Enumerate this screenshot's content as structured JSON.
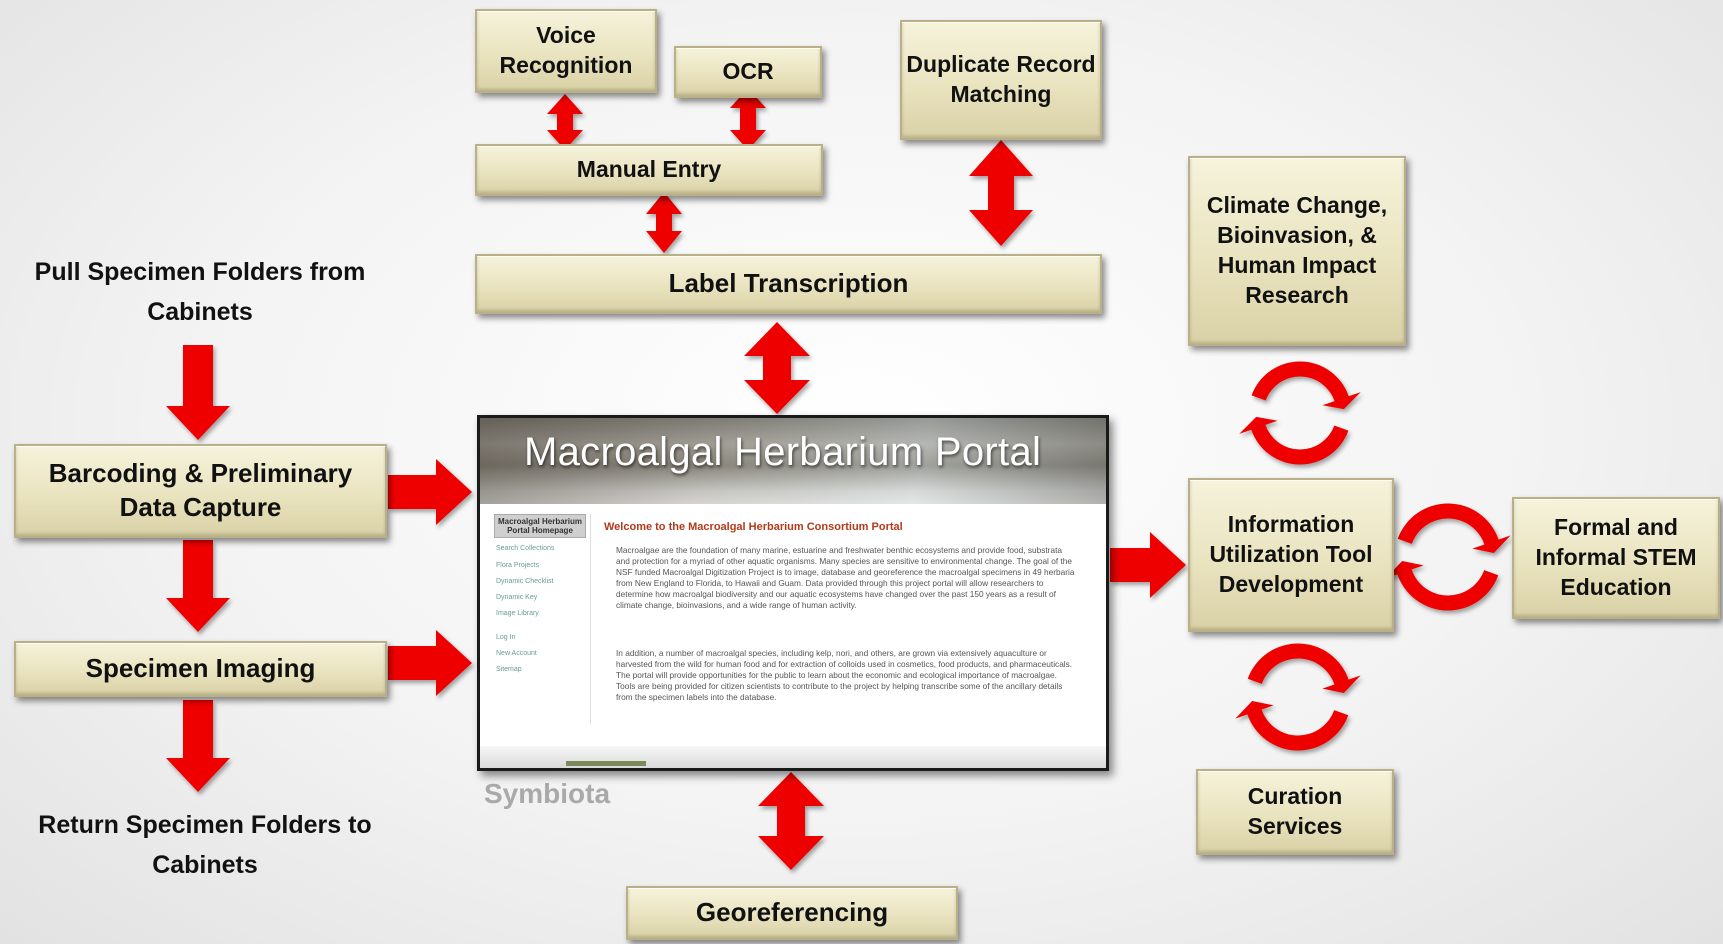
{
  "boxes": {
    "voice": "Voice Recognition",
    "ocr": "OCR",
    "duplicate": "Duplicate Record Matching",
    "manual": "Manual Entry",
    "label": "Label Transcription",
    "climate": "Climate Change, Bioinvasion, & Human Impact Research",
    "barcoding": "Barcoding & Preliminary Data Capture",
    "imaging": "Specimen Imaging",
    "info": "Information Utilization Tool Development",
    "stem": "Formal and Informal STEM Education",
    "curation": "Curation Services",
    "georef": "Georeferencing"
  },
  "labels": {
    "pull": "Pull Specimen Folders from Cabinets",
    "return": "Return Specimen Folders to Cabinets",
    "symbiota": "Symbiota"
  },
  "portal": {
    "title": "Macroalgal Herbarium Portal",
    "nav_header": "Macroalgal Herbarium Portal Homepage",
    "nav_links": [
      "Search Collections",
      "Flora Projects",
      "Dynamic Checklist",
      "Dynamic Key",
      "Image Library"
    ],
    "nav_links2": [
      "Log In",
      "New Account",
      "Sitemap"
    ],
    "welcome": "Welcome to the Macroalgal Herbarium Consortium Portal",
    "para1": "Macroalgae are the foundation of many marine, estuarine and freshwater benthic ecosystems and provide food, substrata and protection for a myriad of other aquatic organisms. Many species are sensitive to environmental change. The goal of the NSF funded Macroalgal Digitization Project is to image, database and georeference the macroalgal specimens in 49 herbaria from New England to Florida, to Hawaii and Guam. Data provided through this project portal will allow researchers to determine how macroalgal biodiversity and our aquatic ecosystems have changed over the past 150 years as a result of climate change, bioinvasions, and a wide range of human activity.",
    "para2": "In addition, a number of macroalgal species, including kelp, nori, and others, are grown via extensively aquaculture or harvested from the wild for human food and for extraction of colloids used in cosmetics, food products, and pharmaceuticals. The portal will provide opportunities for the public to learn about the economic and ecological importance of macroalgae. Tools are being provided for citizen scientists to contribute to the project by helping transcribe some of the ancillary details from the specimen labels into the database."
  },
  "colors": {
    "arrow": "#ee0000",
    "box_fill": "#e9e3bf",
    "box_border": "#b9b08a",
    "symbiota": "#a9a9a9",
    "welcome": "#b23a1a"
  }
}
